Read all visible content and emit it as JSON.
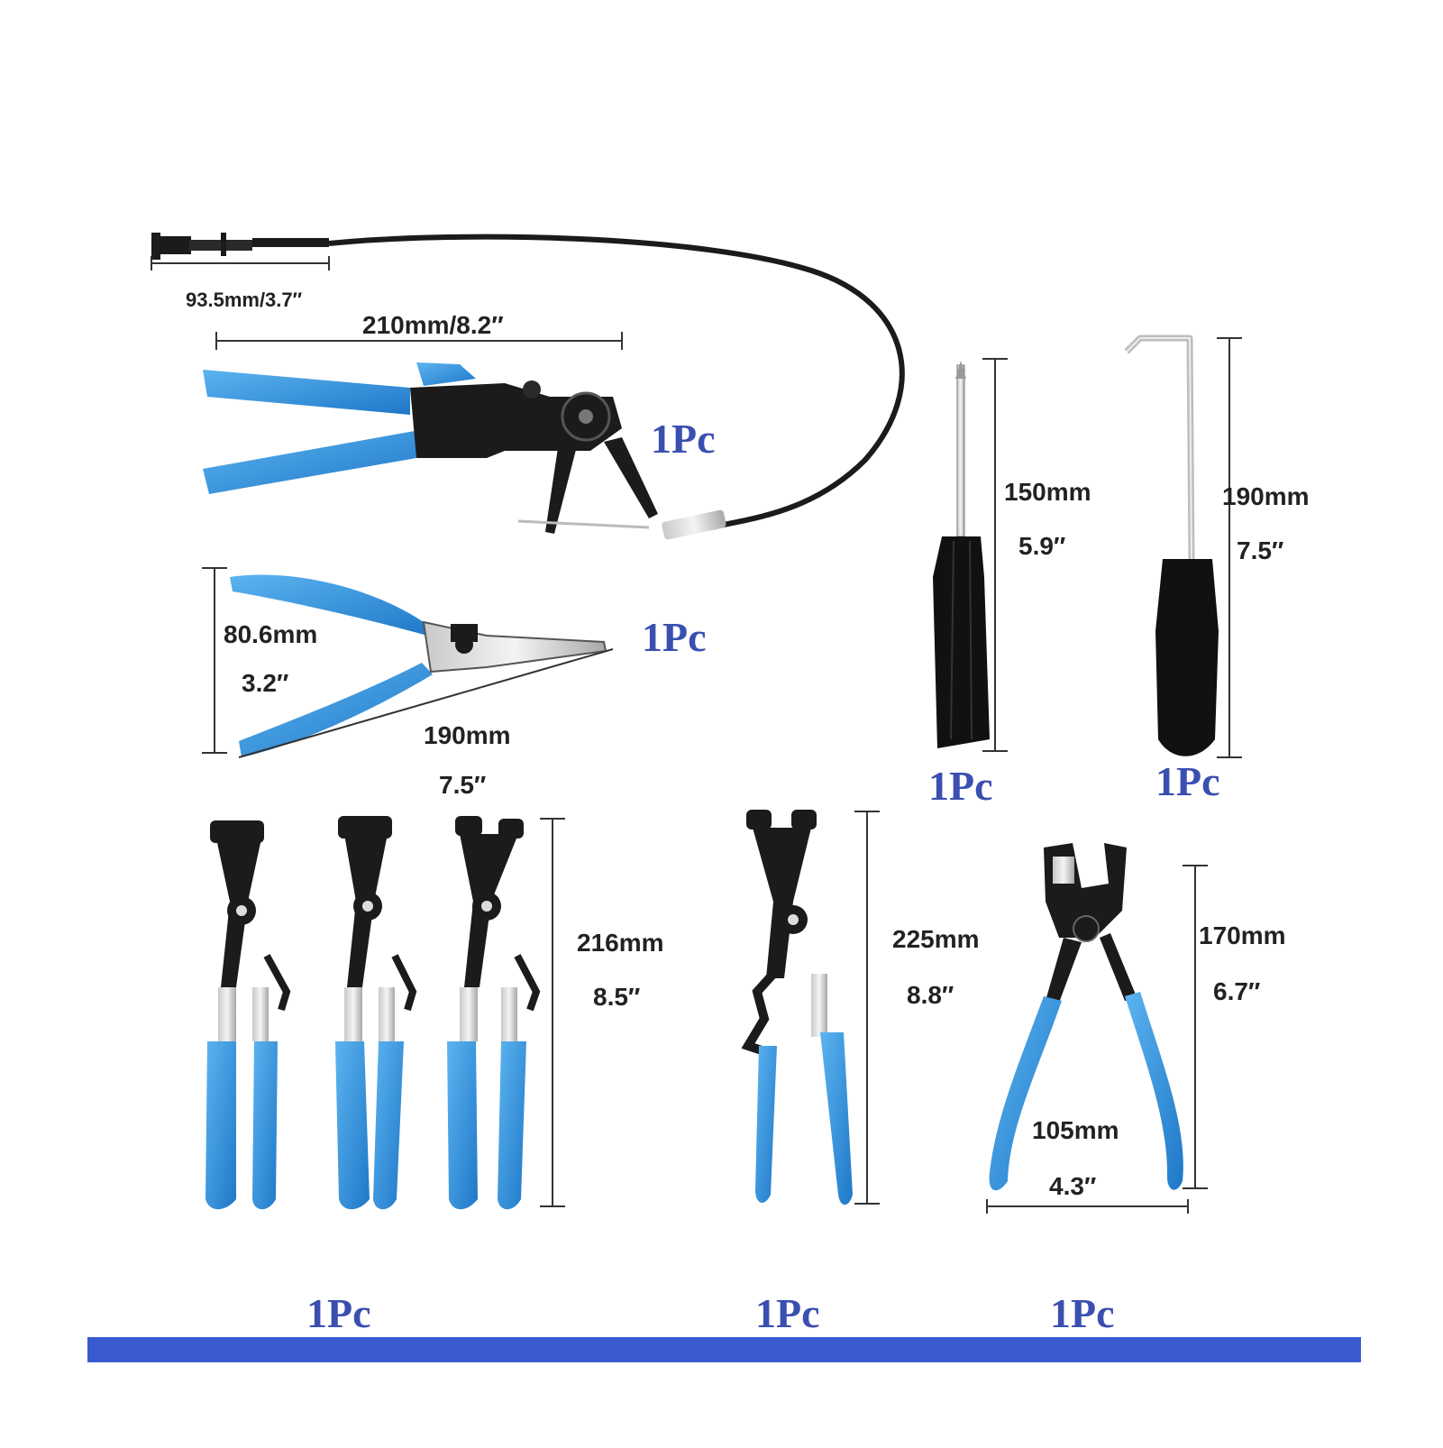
{
  "product": {
    "colors": {
      "handle_blue": "#2f8fd8",
      "metal_black": "#1b1b1b",
      "label_blue": "#3a4fb0",
      "footer_bar": "#3a5bd0"
    },
    "cable_plier": {
      "tip_dimension": "93.5mm/3.7″",
      "length_dimension": "210mm/8.2″",
      "qty": "1Pc"
    },
    "long_nose_plier": {
      "height_mm": "80.6mm",
      "height_in": "3.2″",
      "length_mm": "190mm",
      "length_in": "7.5″",
      "qty": "1Pc"
    },
    "screwdriver": {
      "length_mm": "150mm",
      "length_in": "5.9″",
      "qty": "1Pc"
    },
    "hook_pick": {
      "length_mm": "190mm",
      "length_in": "7.5″",
      "qty": "1Pc"
    },
    "hose_clamp_plier_set": {
      "length_mm": "216mm",
      "length_in": "8.5″",
      "qty": "1Pc"
    },
    "angled_clamp_plier": {
      "length_mm": "225mm",
      "length_in": "8.8″",
      "qty": "1Pc"
    },
    "clip_plier": {
      "height_mm": "170mm",
      "height_in": "6.7″",
      "width_mm": "105mm",
      "width_in": "4.3″",
      "qty": "1Pc"
    }
  }
}
